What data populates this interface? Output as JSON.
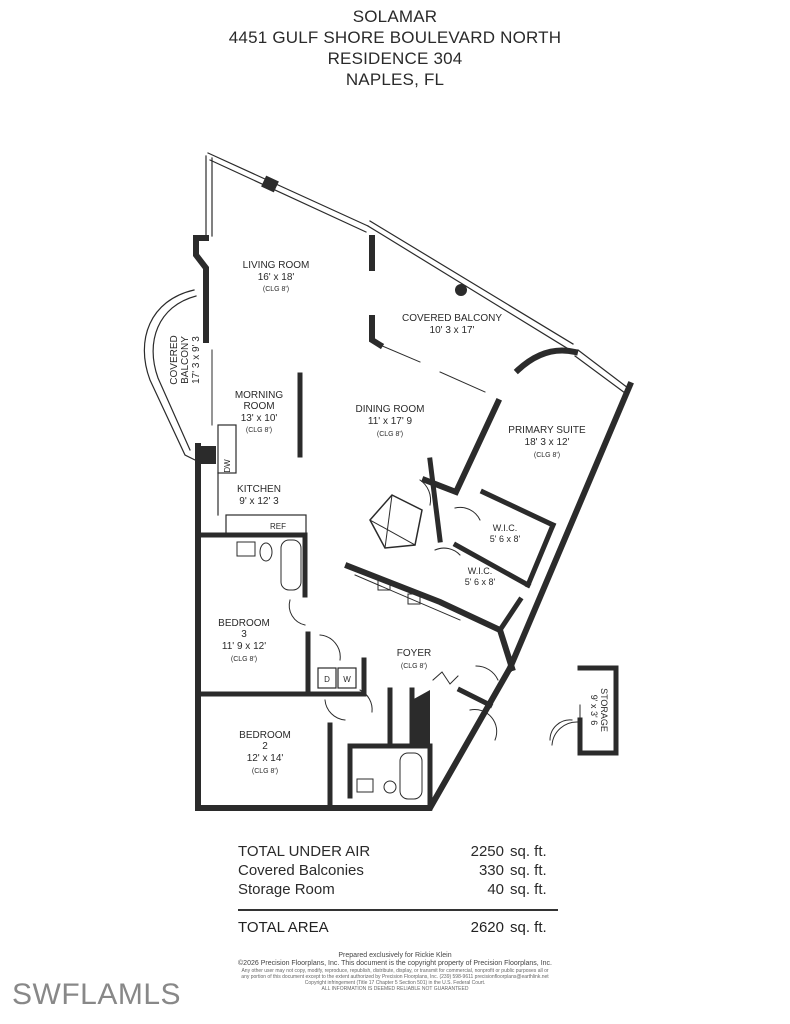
{
  "header": {
    "building": "SOLAMAR",
    "address": "4451 GULF SHORE BOULEVARD NORTH",
    "residence": "RESIDENCE 304",
    "city": "NAPLES, FL"
  },
  "rooms": {
    "living": {
      "name": "LIVING ROOM",
      "size": "16' x 18'",
      "ceiling": "(CLG 8')"
    },
    "covered_balcony_main": {
      "name": "COVERED BALCONY",
      "size": "10' 3 x 17'"
    },
    "covered_balcony_side": {
      "name1": "COVERED",
      "name2": "BALCONY",
      "size": "17' 3 x 9' 3"
    },
    "morning": {
      "name1": "MORNING",
      "name2": "ROOM",
      "size": "13' x 10'",
      "ceiling": "(CLG 8')"
    },
    "dining": {
      "name": "DINING ROOM",
      "size": "11' x 17' 9",
      "ceiling": "(CLG 8')"
    },
    "primary_suite": {
      "name": "PRIMARY SUITE",
      "size": "18' 3 x 12'",
      "ceiling": "(CLG 8')"
    },
    "kitchen": {
      "name": "KITCHEN",
      "size": "9' x 12' 3",
      "dw": "DW",
      "ref": "REF"
    },
    "wic1": {
      "name": "W.I.C.",
      "size": "5' 6 x 8'"
    },
    "wic2": {
      "name": "W.I.C.",
      "size": "5' 6 x 8'"
    },
    "bedroom3": {
      "name1": "BEDROOM",
      "name2": "3",
      "size": "11' 9 x 12'",
      "ceiling": "(CLG 8')"
    },
    "foyer": {
      "name": "FOYER",
      "ceiling": "(CLG 8')"
    },
    "laundry": {
      "dryer": "D",
      "washer": "W"
    },
    "bedroom2": {
      "name1": "BEDROOM",
      "name2": "2",
      "size": "12' x 14'",
      "ceiling": "(CLG 8')"
    },
    "storage": {
      "name": "STORAGE",
      "size": "9' x 3' 6"
    }
  },
  "areas": [
    {
      "label": "TOTAL UNDER AIR",
      "value": "2250",
      "unit": "sq. ft."
    },
    {
      "label": "Covered Balconies",
      "value": "330",
      "unit": "sq. ft."
    },
    {
      "label": "Storage Room",
      "value": "40",
      "unit": "sq. ft."
    }
  ],
  "total": {
    "label": "TOTAL AREA",
    "value": "2620",
    "unit": "sq. ft."
  },
  "footer": {
    "prepared": "Prepared exclusively for Rickie Klein",
    "copyright": "©2026 Precision Floorplans, Inc. This document is the copyright property of Precision Floorplans, Inc.",
    "legal1": "Any other user may not copy, modify, reproduce, republish, distribute, display, or transmit for commercial, nonprofit or public purposes all or",
    "legal2": "any portion of this document except to the extent authorized by Precision Floorplans, Inc. (239) 598-9611 precisionfloorplans@earthlink.net",
    "legal3": "Copyright infringement (Title 17 Chapter 5 Section 501) in the U.S. Federal Court.",
    "legal4": "ALL INFORMATION IS DEEMED RELIABLE NOT GUARANTEED"
  },
  "watermark": "SWFLAMLS"
}
